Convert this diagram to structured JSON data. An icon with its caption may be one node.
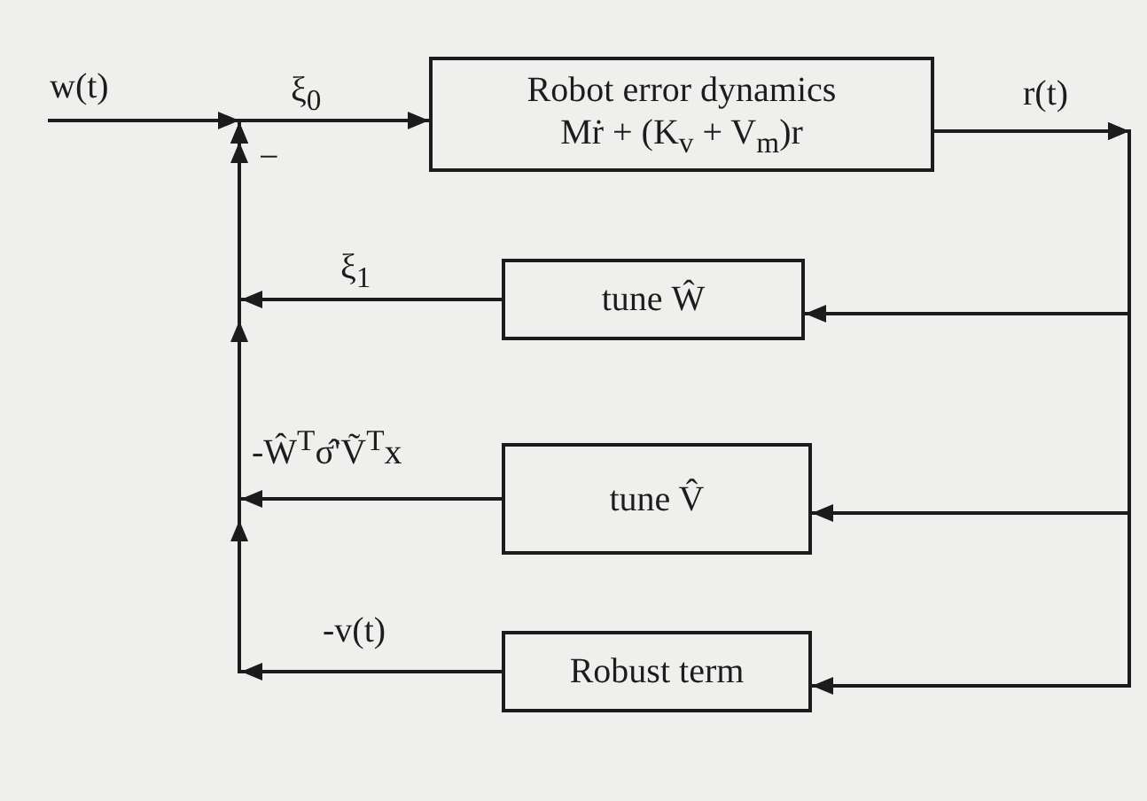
{
  "diagram": {
    "nodes": [
      {
        "text": [
          "Robot error dynamics",
          "Mṙ + (K$_{v}$ + V$_{m}$)r"
        ]
      },
      {
        "text": [
          "tune Ŵ"
        ]
      },
      {
        "text": [
          "tune V̂"
        ]
      },
      {
        "text": [
          "Robust term"
        ]
      }
    ],
    "edges": [
      {
        "from": null,
        "to": 0,
        "arrow": "to",
        "label": "ξ$_{0}$"
      },
      {
        "from": 0,
        "to": 1,
        "arrow": "to",
        "label": "r(t)"
      },
      {
        "from": 0,
        "to": 2,
        "arrow": "to"
      },
      {
        "from": 0,
        "to": 3,
        "arrow": "to"
      },
      {
        "from": 1,
        "to": null,
        "arrow": "to",
        "label": "ξ$_{1}$"
      },
      {
        "from": 2,
        "to": null,
        "arrow": "to",
        "label": "-Ŵ$^{T}$σ̂'Ṽ$^{T}$x"
      },
      {
        "from": 3,
        "to": null,
        "arrow": "to",
        "label": "-v(t)"
      }
    ],
    "labels": [
      "w(t)",
      "−"
    ]
  }
}
